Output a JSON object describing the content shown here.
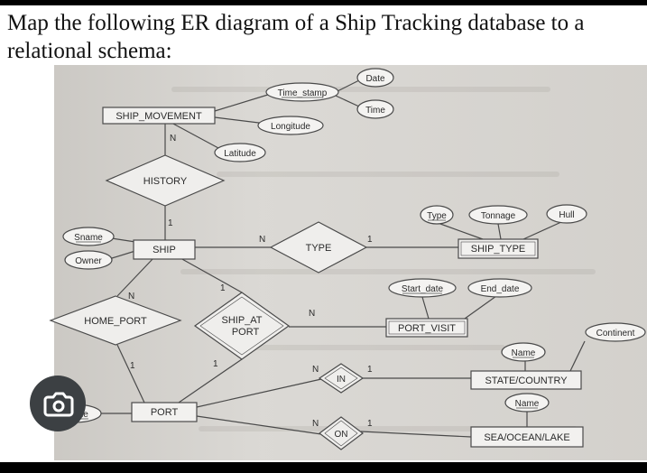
{
  "question": {
    "line1": "Map the following ER diagram of a Ship Tracking database to a",
    "line2": "relational schema:"
  },
  "entities": {
    "ship_movement": "SHIP_MOVEMENT",
    "ship": "SHIP",
    "ship_type": "SHIP_TYPE",
    "port_visit": "PORT_VISIT",
    "port": "PORT",
    "state_country": "STATE/COUNTRY",
    "sea_ocean_lake": "SEA/OCEAN/LAKE"
  },
  "relationships": {
    "history": "HISTORY",
    "type": "TYPE",
    "home_port": "HOME_PORT",
    "ship_at_port_line1": "SHIP_AT",
    "ship_at_port_line2": "PORT",
    "in": "IN",
    "on": "ON"
  },
  "attributes": {
    "date": "Date",
    "time": "Time",
    "time_stamp": "Time_stamp",
    "longitude": "Longitude",
    "latitude": "Latitude",
    "sname": "Sname",
    "owner": "Owner",
    "type": "Type",
    "tonnage": "Tonnage",
    "hull": "Hull",
    "start_date": "Start_date",
    "end_date": "End_date",
    "state_name": "Name",
    "continent": "Continent",
    "body_name": "Name",
    "port_name": "Pname"
  },
  "cardinalities": {
    "history_movement": "N",
    "history_ship": "1",
    "type_ship": "N",
    "type_shiptype": "1",
    "homeport_ship": "N",
    "homeport_port": "1",
    "shipat_ship": "1",
    "shipat_port": "1",
    "shipat_visit": "N",
    "in_port": "N",
    "in_state": "1",
    "on_port": "N",
    "on_sea": "1"
  },
  "colors": {
    "line": "#4a4a4a",
    "entity_fill": "#f2f1ef",
    "attr_fill": "#f4f3f1",
    "icon_bg": "#3c4043"
  }
}
